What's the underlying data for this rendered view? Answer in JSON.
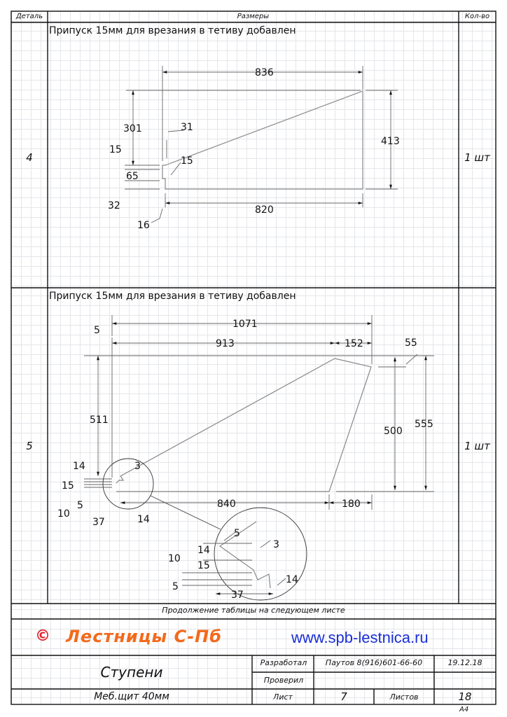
{
  "table": {
    "header": {
      "detail": "Деталь",
      "sizes": "Размеры",
      "qty": "Кол-во"
    },
    "rows": [
      {
        "id": "4",
        "note": "Припуск 15мм для врезания в тетиву добавлен",
        "qty": "1 шт",
        "dims": [
          "836",
          "301",
          "31",
          "413",
          "15",
          "15",
          "65",
          "32",
          "820",
          "16"
        ]
      },
      {
        "id": "5",
        "note": "Припуск 15мм для врезания в тетиву добавлен",
        "qty": "1 шт",
        "dims": [
          "5",
          "1071",
          "913",
          "152",
          "55",
          "511",
          "500",
          "555",
          "14",
          "3",
          "15",
          "10",
          "5",
          "840",
          "180",
          "37",
          "14"
        ],
        "detail_dims": [
          "5",
          "14",
          "3",
          "10",
          "15",
          "5",
          "14",
          "37"
        ]
      }
    ],
    "continuation": "Продолжение таблицы на следующем листе"
  },
  "brand": {
    "copyright": "©",
    "name": "Лестницы С-Пб",
    "url": "www.spb-lestnica.ru",
    "brand_color": "#f26a1b",
    "url_color": "#1a2fd6"
  },
  "title_block": {
    "title": "Ступени",
    "material": "Меб.щит 40мм",
    "developed_label": "Разработал",
    "developer": "Паутов 8(916)601-66-60",
    "date": "19.12.18",
    "checked_label": "Проверил",
    "sheet_label": "Лист",
    "sheet": "7",
    "sheets_label": "Листов",
    "sheets": "18"
  },
  "format": "А4"
}
